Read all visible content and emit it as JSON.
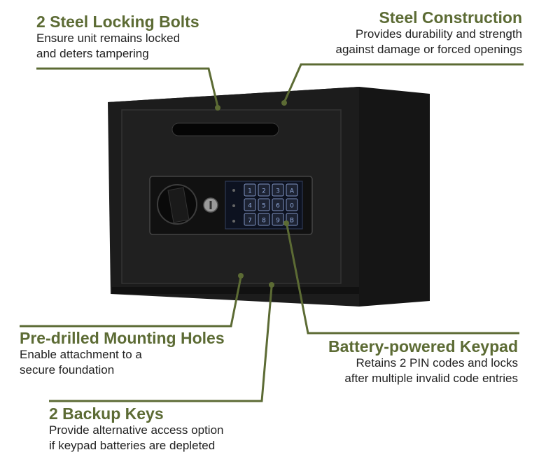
{
  "callouts": {
    "bolts": {
      "title": "2 Steel Locking Bolts",
      "line1": "Ensure unit remains locked",
      "line2": "and deters tampering"
    },
    "steel": {
      "title": "Steel Construction",
      "line1": "Provides durability and strength",
      "line2": "against damage or forced openings"
    },
    "holes": {
      "title": "Pre-drilled Mounting Holes",
      "line1": "Enable attachment to a",
      "line2": "secure foundation"
    },
    "keypad": {
      "title": "Battery-powered Keypad",
      "line1": "Retains 2 PIN codes and locks",
      "line2": "after multiple invalid code entries"
    },
    "keys": {
      "title": "2 Backup Keys",
      "line1": "Provide alternative access option",
      "line2": "if keypad batteries are depleted"
    }
  },
  "keypad": {
    "keys": [
      "1",
      "2",
      "3",
      "A",
      "4",
      "5",
      "6",
      "0",
      "7",
      "8",
      "9",
      "B"
    ]
  },
  "colors": {
    "accent": "#5c6b34",
    "body_text": "#222222",
    "safe": "#1a1a1a"
  }
}
